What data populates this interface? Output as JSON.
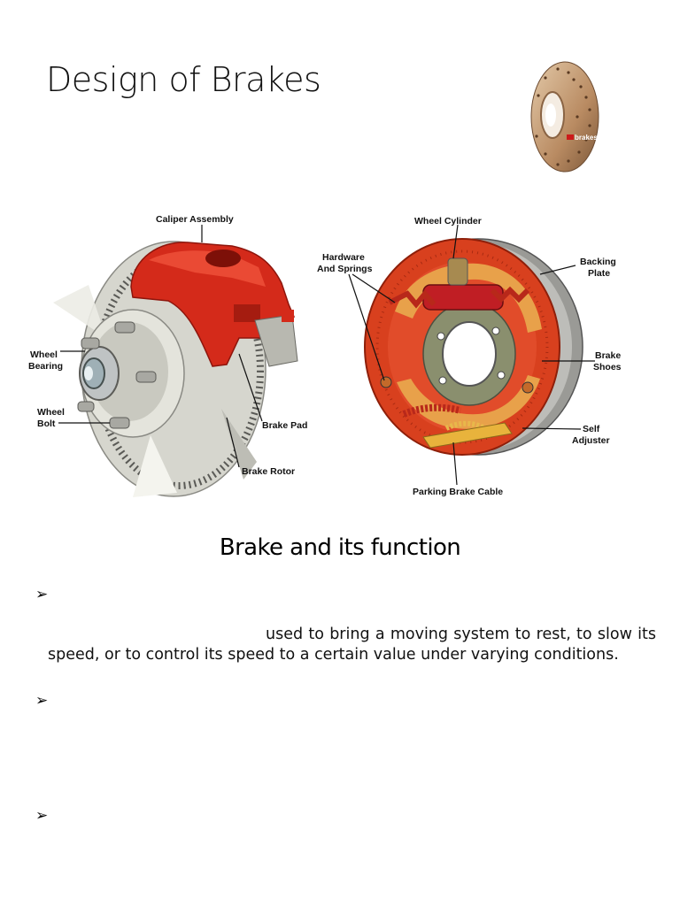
{
  "slide": {
    "title": "Design of Brakes",
    "logo_text": "brakes",
    "section_heading": "Brake and its function",
    "bullet_glyph": "➢",
    "paragraph": "used to bring a moving system to rest, to slow its speed, or to control its speed to a certain value under varying conditions."
  },
  "disc_brake": {
    "labels": {
      "caliper": "Caliper Assembly",
      "wheel_bearing_1": "Wheel",
      "wheel_bearing_2": "Bearing",
      "wheel_bolt_1": "Wheel",
      "wheel_bolt_2": "Bolt",
      "brake_pad": "Brake Pad",
      "brake_rotor": "Brake Rotor"
    }
  },
  "drum_brake": {
    "labels": {
      "wheel_cylinder": "Wheel Cylinder",
      "hardware_1": "Hardware",
      "hardware_2": "And Springs",
      "backing_1": "Backing",
      "backing_2": "Plate",
      "shoes_1": "Brake",
      "shoes_2": "Shoes",
      "adjuster_1": "Self",
      "adjuster_2": "Adjuster",
      "parking_cable": "Parking Brake Cable"
    }
  },
  "colors": {
    "caliper_red": "#d42a1a",
    "drum_red": "#d8401e",
    "rotor_grey": "#d8d8d0",
    "spring": "#b8281a"
  }
}
